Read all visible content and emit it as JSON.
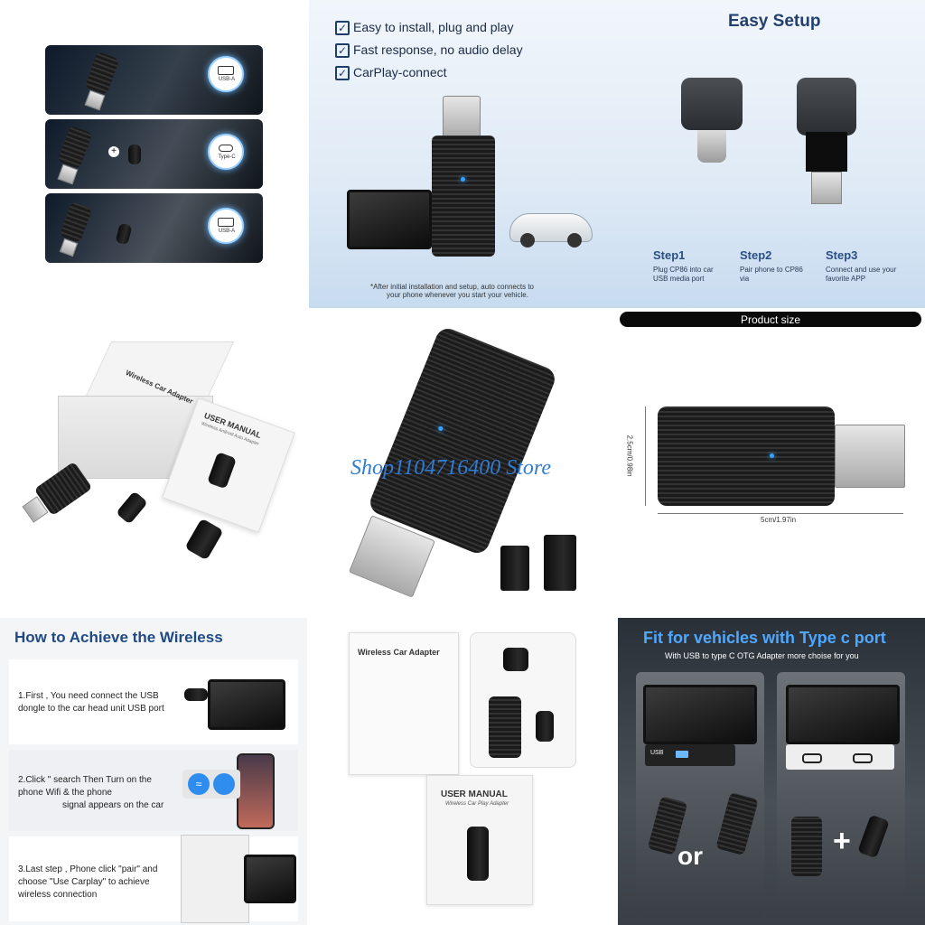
{
  "top_left": {
    "ports": [
      "USB-A",
      "Type-C",
      "USB-A"
    ]
  },
  "easy_setup": {
    "features": [
      "Easy to install, plug and play",
      "Fast response, no audio delay",
      "CarPlay-connect"
    ],
    "heading": "Easy Setup",
    "steps": [
      {
        "title": "Step1",
        "text_line1": "Plug CP86 into car",
        "text_line2": "USB media port"
      },
      {
        "title": "Step2",
        "text_line1": "Pair phone to CP86",
        "text_line2": "via"
      },
      {
        "title": "Step3",
        "text_line1": "Connect and use your",
        "text_line2": "favorite APP"
      }
    ],
    "footnote_line1": "*After initial installation and setup, auto connects to",
    "footnote_line2": "your phone whenever you start your vehicle."
  },
  "package": {
    "box_label": "Wireless Car Adapter",
    "manual_title": "USER MANUAL",
    "manual_subtitle": "Wireless Android Auto Adapter"
  },
  "watermark": "Shop1104716400 Store",
  "product_size": {
    "title": "Product size",
    "height_label": "2.5cm/0.98in",
    "length_label": "5cm/1.97in"
  },
  "how_to": {
    "heading": "How to Achieve the Wireless",
    "steps": [
      {
        "line1": "1.First , You need connect the USB",
        "line2": "dongle to the car head unit USB port",
        "line3": ""
      },
      {
        "line1": "2.Click \" search Then Turn on the",
        "line2": "phone Wifi &                the phone",
        "line3": "signal appears on the car"
      },
      {
        "line1": "3.Last step , Phone click \"pair\" and",
        "line2": "choose \"Use Carplay\" to  achieve",
        "line3": "wireless connection"
      }
    ]
  },
  "unboxing": {
    "card_label": "Wireless Car Adapter",
    "manual_title": "USER MANUAL",
    "manual_subtitle": "Wireless Car Play Adapter"
  },
  "type_c": {
    "heading": "Fit for vehicles with Type c port",
    "subheading": "With USB to type C OTG Adapter more choise for you",
    "port_label": "USB",
    "or_word": "or",
    "plus_sign": "+"
  }
}
